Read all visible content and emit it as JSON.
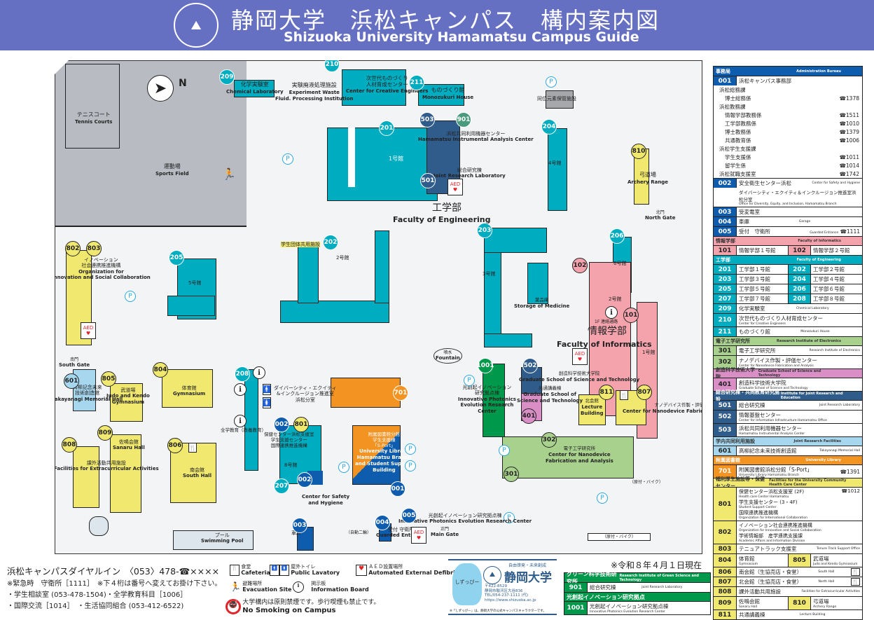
{
  "header": {
    "title_jp": "静岡大学　浜松キャンパス　構内案内図",
    "title_en": "Shizuoka University Hamamatsu Campus Guide",
    "logo": "university-emblem",
    "bg_color": "#6670c2"
  },
  "map": {
    "compass_label": "N",
    "areas": {
      "tennis_jp": "テニスコート",
      "tennis_en": "Tennis Courts",
      "sports_jp": "運動場",
      "sports_en": "Sports Field",
      "pool_jp": "プール",
      "pool_en": "Swimming Pool",
      "eng_faculty_jp": "工学部",
      "eng_faculty_en": "Faculty of Engineering",
      "inf_faculty_jp": "情報学部",
      "inf_faculty_en": "Faculty of Informatics",
      "fountain_jp": "噴水",
      "fountain_en": "Fountain",
      "north_gate_jp": "北門",
      "north_gate_en": "North Gate",
      "south_gate_jp": "南門",
      "south_gate_en": "South Gate",
      "main_gate_jp": "正門",
      "main_gate_en": "Main Gate",
      "isotope": "同位元素保管施設",
      "student_groups": "学生団体共用施設",
      "medicine_jp": "薬品庫",
      "medicine_en": "Storage of Medicine",
      "liaison": "1F 連絡通路",
      "bike_parking": "（原付・バイク）",
      "moto_parking": "（自動二輪）",
      "common_edu": "全学教育（教養教育）"
    },
    "buildings": [
      {
        "id": "209",
        "jp": "化学実験室",
        "en": "Chemical Laboratory"
      },
      {
        "id": "210",
        "jp": "次世代ものづくり人材育成センター",
        "en": "Center for Creative Engineers"
      },
      {
        "id": "211",
        "jp": "ものづくり館",
        "en": "Monozukuri House"
      },
      {
        "id": "waste",
        "jp": "実験廃液処理施設",
        "en": "Experiment Waste Fluid. Processing Institution"
      },
      {
        "id": "201",
        "jp": "1号館"
      },
      {
        "id": "202",
        "jp": "2号館"
      },
      {
        "id": "203",
        "jp": "3号館"
      },
      {
        "id": "204",
        "jp": "4号館"
      },
      {
        "id": "205",
        "jp": "5号館"
      },
      {
        "id": "206",
        "jp": "6号館"
      },
      {
        "id": "207",
        "jp": "7号館"
      },
      {
        "id": "208",
        "jp": "8号館"
      },
      {
        "id": "503",
        "jp": "浜松共同利用機器センター",
        "en": "Hamamatsu Instrumental Analysis Center"
      },
      {
        "id": "501",
        "jp": "総合研究棟",
        "en": "Joint Research Laboratory"
      },
      {
        "id": "901"
      },
      {
        "id": "810",
        "jp": "弓道場",
        "en": "Archery Range"
      },
      {
        "id": "802"
      },
      {
        "id": "803"
      },
      {
        "id": "innov",
        "jp": "イノベーション社会連携推進機構",
        "en": "Organization for Innovation and Social Collaboration"
      },
      {
        "id": "101",
        "jp": "1号館"
      },
      {
        "id": "102",
        "jp": "2号館"
      },
      {
        "id": "601",
        "jp": "高柳記念未来技術創造館",
        "en": "Takayanagi Memorial Hall"
      },
      {
        "id": "805",
        "jp": "武道場",
        "en": "Judo and Kendo Gymnasium"
      },
      {
        "id": "804",
        "jp": "体育館",
        "en": "Gymnasium"
      },
      {
        "id": "809",
        "jp": "佐鳴会館",
        "en": "Sanaru Hall"
      },
      {
        "id": "808",
        "jp": "課外活動共用施設",
        "en": "Facilities for Extracurricular Activities"
      },
      {
        "id": "806",
        "jp": "南会館",
        "en": "South Hall"
      },
      {
        "id": "diversity",
        "jp": "ダイバーシティ・エクイティ＆インクルージョン推進室浜松分室",
        "en": "Office for Diversity, Equity, and Inclusion, Hamamatsu Branch"
      },
      {
        "id": "801",
        "jp": "保健センター浜松支援室 / 学生支援センター / 国際連携推進機構"
      },
      {
        "id": "002",
        "jp": "安全衛生センター浜松",
        "en": "Center for Safety and Hygiene"
      },
      {
        "id": "701",
        "jp": "附属図書館分館 学生支援棟「S-Port」",
        "en": "University Library Hamamatsu Branch and Student Support Building"
      },
      {
        "id": "001"
      },
      {
        "id": "003",
        "jp": "受変電室"
      },
      {
        "id": "004",
        "jp": "車庫",
        "en": "Garage"
      },
      {
        "id": "005",
        "jp": "受付 守衛所",
        "en": "Guarded Entrance"
      },
      {
        "id": "1001",
        "jp": "光創起イノベーション研究拠点棟",
        "en": "Innovative Photonics Evolution Research Center"
      },
      {
        "id": "502",
        "jp": "情報基盤センター",
        "en": "Center for Information Infrastructure"
      },
      {
        "id": "401",
        "jp": "創造科学技術大学院",
        "en": "Graduate School of Science and Technology"
      },
      {
        "id": "811",
        "jp": "共通講義棟",
        "en": "Lecture Building"
      },
      {
        "id": "807",
        "jp": "北会館",
        "en": "North Hall"
      },
      {
        "id": "302",
        "jp": "ナノデバイス作製・評価センター",
        "en": "Center for Nanodevice Fabrication and Analysis"
      },
      {
        "id": "301",
        "jp": "電子工学研究所",
        "en": "Research Institute of Electronics"
      }
    ],
    "aed_label": "AED",
    "parking_label": "P"
  },
  "sidebar": {
    "sections": [
      {
        "title": "事務局",
        "title_en": "Administration Bureau",
        "color": "#0e5cad"
      },
      {
        "title": "情報学部",
        "title_en": "Faculty of Informatics",
        "color": "#f4a3ad"
      },
      {
        "title": "工学部",
        "title_en": "Faculty of Engineering",
        "color": "#00adc0"
      },
      {
        "title": "電子工学研究所",
        "title_en": "Research Institute of Electronics",
        "color": "#a9d18e"
      },
      {
        "title": "創造科学技術大学院",
        "title_en": "Graduate School of Science and Technology",
        "color": "#d98fc6"
      },
      {
        "title": "総合研究棟・共同教育研究施設",
        "title_en": "Institute for Joint Research and Education",
        "color": "#2f5c8a"
      },
      {
        "title": "学内共同利用施設",
        "title_en": "Joint Research Facilities",
        "color": "#a7d7ee"
      },
      {
        "title": "附属図書館",
        "title_en": "University Library",
        "color": "#f39322"
      },
      {
        "title": "福利厚生施設等・保健センター",
        "title_en": "Facilities for the University Community Health Care Center",
        "color": "#f0e86f"
      }
    ],
    "admin": {
      "r001": "浜松キャンパス事務部",
      "subs": [
        {
          "label": "浜松総務課",
          "ext": "",
          "level": 1
        },
        {
          "label": "博士総務係",
          "ext": "☎1378",
          "level": 2
        },
        {
          "label": "浜松教務課",
          "ext": "",
          "level": 1
        },
        {
          "label": "情報学部教務係",
          "ext": "☎1511",
          "level": 2
        },
        {
          "label": "工学部教務係",
          "ext": "☎1010",
          "level": 2
        },
        {
          "label": "博士教務係",
          "ext": "☎1379",
          "level": 2
        },
        {
          "label": "共通教育係",
          "ext": "☎1006",
          "level": 2
        },
        {
          "label": "浜松学生支援課",
          "ext": "",
          "level": 1
        },
        {
          "label": "学生支援係",
          "ext": "☎1011",
          "level": 2
        },
        {
          "label": "留学生係",
          "ext": "☎1014",
          "level": 2
        },
        {
          "label": "浜松就職支援室",
          "ext": "☎1742",
          "level": 1
        }
      ],
      "r002": "安全衛生センター浜松",
      "r002_en": "Center for Safety and Hygiene",
      "r002b": "ダイバーシティ・エクイティ＆インクルージョン推進室浜松分室",
      "r002b_en": "Office for Diversity, Equity, and Inclusion, Hamamatsu Branch",
      "r003": "受変電室",
      "r004": "車庫",
      "r004_en": "Garage",
      "r005": "受付　守衛所",
      "r005_en": "Guarded Entrance",
      "r005_ext": "☎1111"
    },
    "inf": {
      "101": "情報学部１号館",
      "102": "情報学部２号館"
    },
    "eng": [
      [
        "201",
        "工学部１号館",
        "202",
        "工学部２号館"
      ],
      [
        "203",
        "工学部３号館",
        "204",
        "工学部４号館"
      ],
      [
        "205",
        "工学部５号館",
        "206",
        "工学部６号館"
      ],
      [
        "207",
        "工学部７号館",
        "208",
        "工学部８号館"
      ]
    ],
    "eng_single": [
      {
        "n": "209",
        "jp": "化学実験室",
        "en": "Chemical Laboratory"
      },
      {
        "n": "210",
        "jp": "次世代ものづくり人材育成センター",
        "en": "Center for Creative Engineers"
      },
      {
        "n": "211",
        "jp": "ものづくり館",
        "en": "Monozukuri House"
      }
    ],
    "rie": [
      {
        "n": "301",
        "jp": "電子工学研究所",
        "en": "Research Institute of Electronics"
      },
      {
        "n": "302",
        "jp": "ナノデバイス作製・評価センター",
        "en": "Center for Nanodevice Fabrication and Analysis"
      }
    ],
    "gs": [
      {
        "n": "401",
        "jp": "創造科学技術大学院",
        "en": "Graduate School of Science and Technology"
      }
    ],
    "joint": [
      {
        "n": "501",
        "jp": "総合研究棟",
        "en": "Joint Research Laboratory"
      },
      {
        "n": "502",
        "jp": "情報基盤センター",
        "en": "Center for Information Infrastructure Hamamatsu Office"
      },
      {
        "n": "503",
        "jp": "浜松共同利用機器センター",
        "en": "Hamamatsu Instrumental Analysis Center"
      }
    ],
    "jrf": [
      {
        "n": "601",
        "jp": "高柳記念未来技術創造館",
        "en": "Takayanagi Memorial Hall"
      }
    ],
    "lib": [
      {
        "n": "701",
        "jp": "附属図書館浜松分館「S-Port」",
        "en": "University Library Hamamatsu Branch",
        "ext": "☎1391"
      }
    ],
    "welfare": {
      "r801": [
        "保健センター浜松支援室 (2F)",
        "学生支援センター (3・4F)",
        "国際連携推進機構"
      ],
      "r801_en": [
        "Health care Center Hamamatsu",
        "Student Support Center",
        "Organization for International Collaboration"
      ],
      "r801_ext": "☎1012",
      "r802": [
        "イノベーション社会連携推進機構",
        "学術情報部　産学連携支援課"
      ],
      "r802_en": [
        "Organization for Innovation and Social Collaboration",
        "Academic Affairs and Information Division"
      ],
      "r803": "テニュアトラック支援室",
      "r803_en": "Tenure Track Support Office",
      "r804": "体育館",
      "r804_en": "Gymnasium",
      "r805": "武道場",
      "r805_en": "Judo and Kendo Gymnasium",
      "r806": "南会館（生協売店・食堂）",
      "r806_en": "South Hall",
      "r807": "北会館（生協売店・食堂）",
      "r807_en": "North Hall",
      "r808": "課外活動共用施設",
      "r808_en": "Facilities for Extracurricular Activities",
      "r809": "佐鳴会館",
      "r809_en": "Sanaru Hall",
      "r810": "弓道場",
      "r810_en": "Archery Range",
      "r811": "共通講義棟",
      "r811_en": "Lecture Building"
    }
  },
  "footer": {
    "dialin": "浜松キャンパスダイヤルイン　〈053〉478-☎××××",
    "emergency": "※緊急時　守衛所［1111］　※下４桁は番号へ変えてお掛け下さい。",
    "line3": "・学生相談室 (053-478-1504)・全学教育科目［1006］",
    "line4": "・国際交流［1014］　・生活協同組合 (053-412-6522)",
    "legend": {
      "cafeteria_jp": "食堂",
      "cafeteria_en": "Cafeteria",
      "lavatory_jp": "屋外トイレ",
      "lavatory_en": "Public Lavatory",
      "aed_jp": "ＡＥＤ設置場所",
      "aed_en": "Automated External Defibrillator",
      "evac_jp": "避難場所",
      "evac_en": "Evacuation Site",
      "info_jp": "掲示板",
      "info_en": "Information Board",
      "nosmoke_jp": "大学構内は原則禁煙です。歩行喫煙も禁止です。",
      "nosmoke_en": "No Smoking on Campus"
    },
    "mascot": {
      "slogan": "自由啓発・未来創成",
      "name": "静岡大学",
      "postal": "〒422-8529",
      "address": "静岡市駿河区大谷836",
      "tel": "TEL/054-237-1111 (代)",
      "url": "https://www.shizuoka.ac.jp",
      "char": "しずっぴー",
      "note": "※「しずっぴー」は、静岡大学の公式キャンパスキャラクターです。"
    },
    "date": "※令和８年４月１日現在",
    "green": {
      "title": "グリーン科学技術研究所",
      "title_en": "Research Institute of Green Science and Technology",
      "n": "901",
      "jp": "総合研究棟",
      "en": "Joint Research Laboratory"
    },
    "photon": {
      "title": "光創起イノベーション研究拠点",
      "n": "1001",
      "jp": "光創起イノベーション研究拠点棟",
      "en": "Innovative Photonics Evolution Research Center"
    }
  }
}
